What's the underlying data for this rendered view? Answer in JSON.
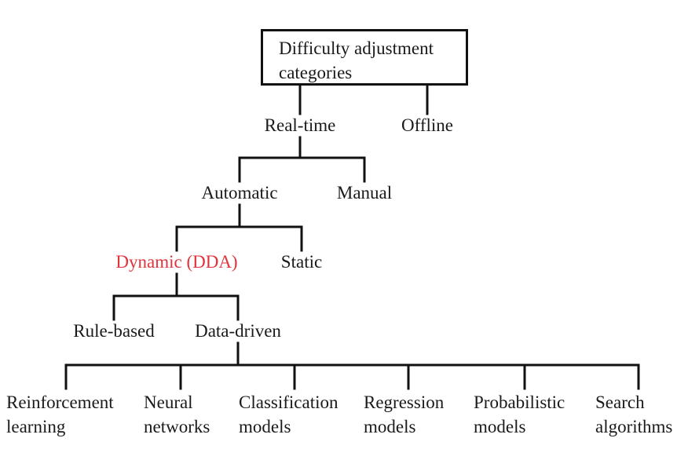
{
  "root": "Difficulty adjustment\ncategories",
  "level1": {
    "realtime": "Real-time",
    "offline": "Offline"
  },
  "level2": {
    "automatic": "Automatic",
    "manual": "Manual"
  },
  "level3": {
    "dynamic": "Dynamic (DDA)",
    "static": "Static"
  },
  "level4": {
    "rule_based": "Rule-based",
    "data_driven": "Data-driven"
  },
  "leaves": {
    "reinforcement": "Reinforcement\nlearning",
    "neural": "Neural\nnetworks",
    "classification": "Classification\nmodels",
    "regression": "Regression\nmodels",
    "probabilistic": "Probabilistic\nmodels",
    "search": "Search\nalgorithms"
  },
  "colors": {
    "highlight": "#e0343c",
    "line": "#111111"
  }
}
